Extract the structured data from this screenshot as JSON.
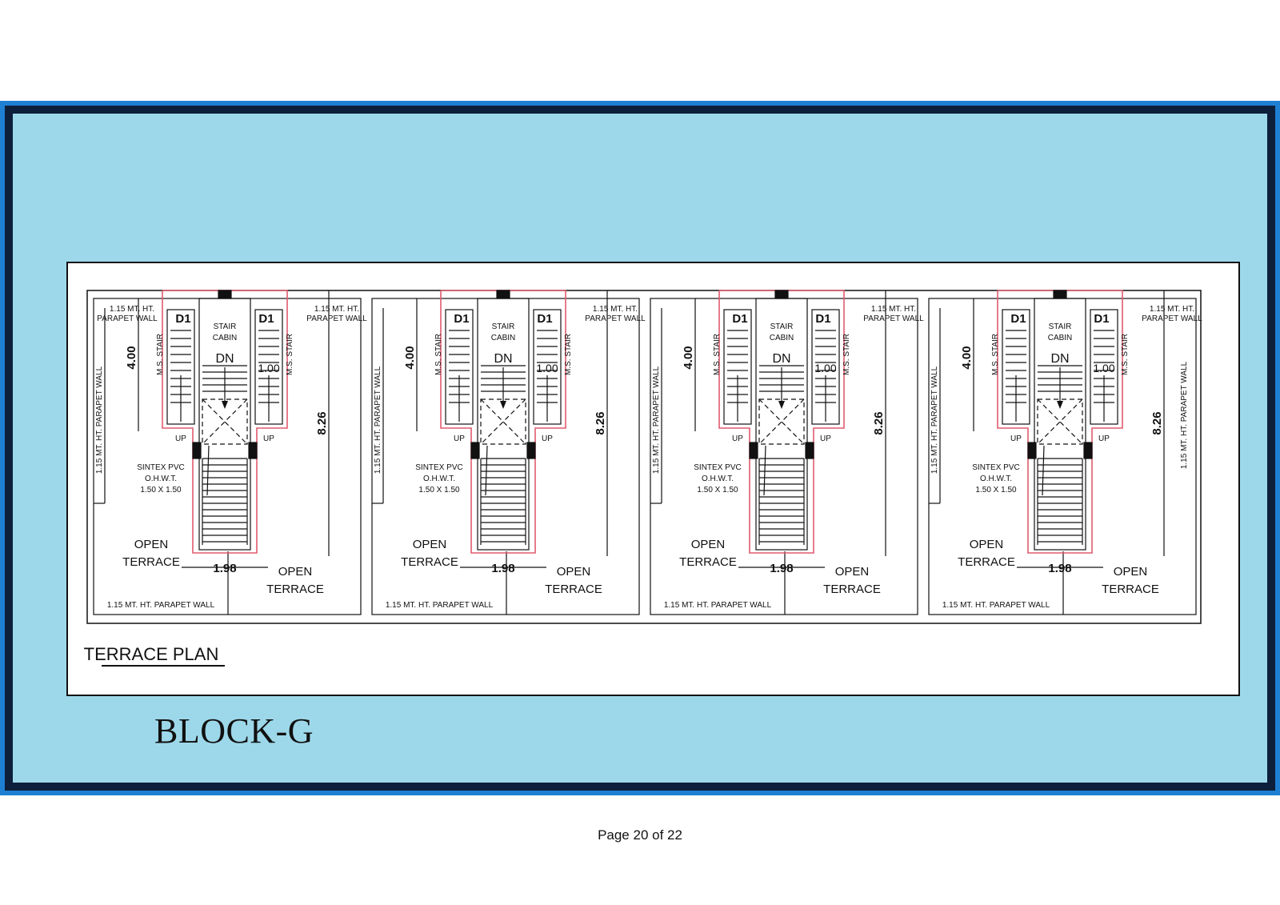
{
  "drawing": {
    "plan_title": "TERRACE PLAN",
    "block_title": "BLOCK-G",
    "units": [
      {
        "parapet_top_left": [
          "1.15 MT. HT.",
          "PARAPET WALL"
        ],
        "parapet_top_right": [
          "1.15 MT. HT.",
          "PARAPET WALL"
        ],
        "door_left": "D1",
        "door_right": "D1",
        "cabin": [
          "STAIR",
          "CABIN"
        ],
        "dn": "DN",
        "stair_left": "M.S. STAIR",
        "stair_right": "M.S. STAIR",
        "dim_stair_len": "4.00",
        "dim_width": "1.00",
        "dim_height": "8.26",
        "up_left": "UP",
        "up_right": "UP",
        "parapet_side_left": "1.15 MT. HT. PARAPET WALL",
        "parapet_side_right": "",
        "tank": [
          "SINTEX PVC",
          "O.H.W.T.",
          "1.50 X 1.50"
        ],
        "terrace_left": [
          "OPEN",
          "TERRACE"
        ],
        "terrace_right": [
          "OPEN",
          "TERRACE"
        ],
        "dim_bottom": "1.98",
        "parapet_bottom": "1.15 MT. HT. PARAPET WALL"
      },
      {
        "parapet_top_left": [
          "",
          ""
        ],
        "parapet_top_right": [
          "1.15 MT. HT.",
          "PARAPET WALL"
        ],
        "door_left": "D1",
        "door_right": "D1",
        "cabin": [
          "STAIR",
          "CABIN"
        ],
        "dn": "DN",
        "stair_left": "M.S. STAIR",
        "stair_right": "M.S. STAIR",
        "dim_stair_len": "4.00",
        "dim_width": "1.00",
        "dim_height": "8.26",
        "up_left": "UP",
        "up_right": "UP",
        "parapet_side_left": "1.15 MT. HT. PARAPET WALL",
        "parapet_side_right": "",
        "tank": [
          "SINTEX PVC",
          "O.H.W.T.",
          "1.50 X 1.50"
        ],
        "terrace_left": [
          "OPEN",
          "TERRACE"
        ],
        "terrace_right": [
          "OPEN",
          "TERRACE"
        ],
        "dim_bottom": "1.98",
        "parapet_bottom": "1.15 MT. HT. PARAPET WALL"
      },
      {
        "parapet_top_left": [
          "",
          ""
        ],
        "parapet_top_right": [
          "1.15 MT. HT.",
          "PARAPET WALL"
        ],
        "door_left": "D1",
        "door_right": "D1",
        "cabin": [
          "STAIR",
          "CABIN"
        ],
        "dn": "DN",
        "stair_left": "M.S. STAIR",
        "stair_right": "M.S. STAIR",
        "dim_stair_len": "4.00",
        "dim_width": "1.00",
        "dim_height": "8.26",
        "up_left": "UP",
        "up_right": "UP",
        "parapet_side_left": "1.15 MT. HT. PARAPET WALL",
        "parapet_side_right": "",
        "tank": [
          "SINTEX PVC",
          "O.H.W.T.",
          "1.50 X 1.50"
        ],
        "terrace_left": [
          "OPEN",
          "TERRACE"
        ],
        "terrace_right": [
          "OPEN",
          "TERRACE"
        ],
        "dim_bottom": "1.98",
        "parapet_bottom": "1.15 MT. HT. PARAPET WALL"
      },
      {
        "parapet_top_left": [
          "",
          ""
        ],
        "parapet_top_right": [
          "1.15 MT. HT.",
          "PARAPET WALL"
        ],
        "door_left": "D1",
        "door_right": "D1",
        "cabin": [
          "STAIR",
          "CABIN"
        ],
        "dn": "DN",
        "stair_left": "M.S. STAIR",
        "stair_right": "M.S. STAIR",
        "dim_stair_len": "4.00",
        "dim_width": "1.00",
        "dim_height": "8.26",
        "up_left": "UP",
        "up_right": "UP",
        "parapet_side_left": "1.15 MT. HT. PARAPET WALL",
        "parapet_side_right": "1.15 MT. HT. PARAPET WALL",
        "tank": [
          "SINTEX PVC",
          "O.H.W.T.",
          "1.50 X 1.50"
        ],
        "terrace_left": [
          "OPEN",
          "TERRACE"
        ],
        "terrace_right": [
          "OPEN",
          "TERRACE"
        ],
        "dim_bottom": "1.98",
        "parapet_bottom": "1.15 MT. HT. PARAPET WALL"
      }
    ]
  },
  "footer": {
    "page": "Page 20 of 22"
  },
  "colors": {
    "panel": "#9dd8ea",
    "frame": "#1e7fd3",
    "stair_outline": "#e05b6f"
  }
}
